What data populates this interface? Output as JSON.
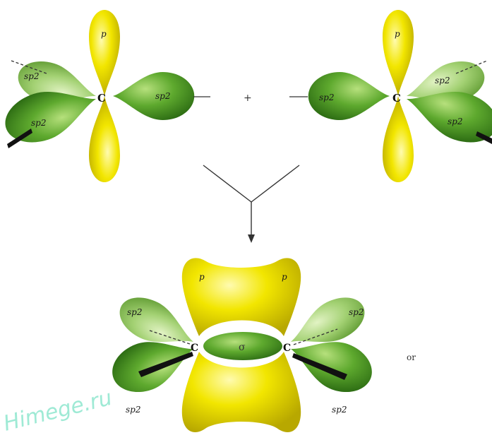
{
  "top_left": {
    "atom": "C",
    "p_up": "p",
    "sp2_upper": "sp2",
    "sp2_lower": "sp2",
    "sp2_right": "sp2"
  },
  "operator": "+",
  "top_right": {
    "atom": "C",
    "p_up": "p",
    "sp2_upper": "sp2",
    "sp2_lower": "sp2",
    "sp2_left": "sp2"
  },
  "bottom": {
    "atom_left": "C",
    "atom_right": "C",
    "p_left": "p",
    "p_right": "p",
    "sigma": "σ",
    "sp2_upper_left": "sp2",
    "sp2_lower_left": "sp2",
    "sp2_upper_right": "sp2",
    "sp2_lower_right": "sp2"
  },
  "or_label": "or",
  "watermark": "Himege.ru",
  "colors": {
    "p_orbital": "#f0e400",
    "sp2_orbital": "#5aa82c",
    "sp2_light": "#9ccc6a"
  }
}
